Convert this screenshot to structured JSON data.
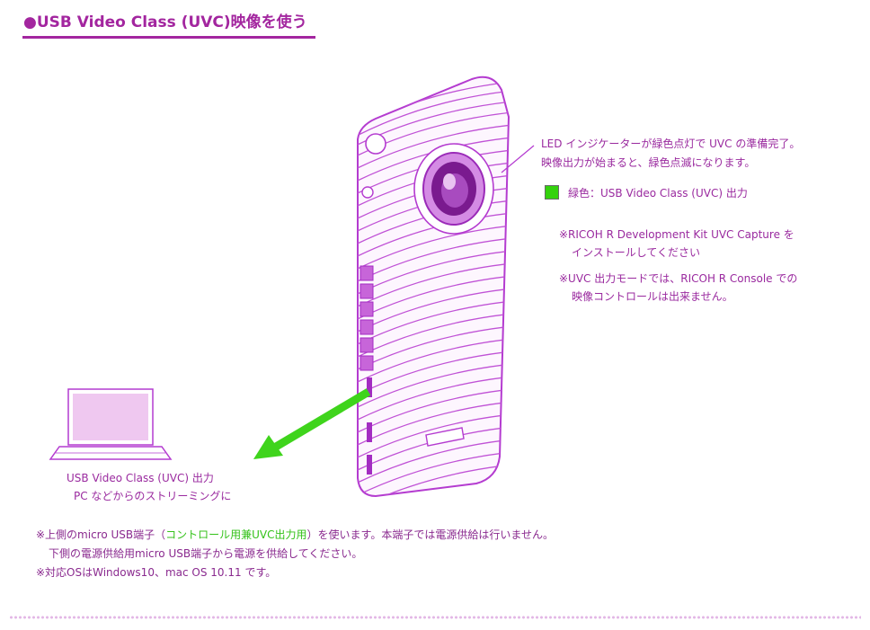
{
  "header": {
    "title": "●USB Video Class (UVC)映像を使う"
  },
  "callout": {
    "line1": "LED インジケーターが緑色点灯で UVC の準備完了。",
    "line2": "映像出力が始まると、緑色点滅になります。"
  },
  "legend": {
    "label": "緑色：USB Video Class (UVC) 出力",
    "color": "#34d20d"
  },
  "remarks": [
    {
      "line1": "※RICOH R Development Kit UVC Capture を",
      "line2": "インストールしてください"
    },
    {
      "line1": "※UVC 出力モードでは、RICOH R Console での",
      "line2": "映像コントロールは出来ません。"
    }
  ],
  "laptop_caption": {
    "line1": "USB Video Class (UVC) 出力",
    "line2": "PC などからのストリーミングに"
  },
  "footnotes": {
    "note1_prefix": "※上側のmicro USB端子（",
    "note1_highlight": "コントロール用兼UVC出力用",
    "note1_suffix": "）を使います。本端子では電源供給は行いません。",
    "note2": "下側の電源供給用micro USB端子から電源を供給してください。",
    "note3": "※対応OSはWindows10、mac OS 10.11 です。"
  },
  "colors": {
    "accent": "#a3269f",
    "device_line": "#b43bd0",
    "arrow": "#3fd41c",
    "screen": "#efc8f0"
  },
  "icons": [
    "camera-device-illustration",
    "laptop-icon",
    "arrow-icon"
  ]
}
